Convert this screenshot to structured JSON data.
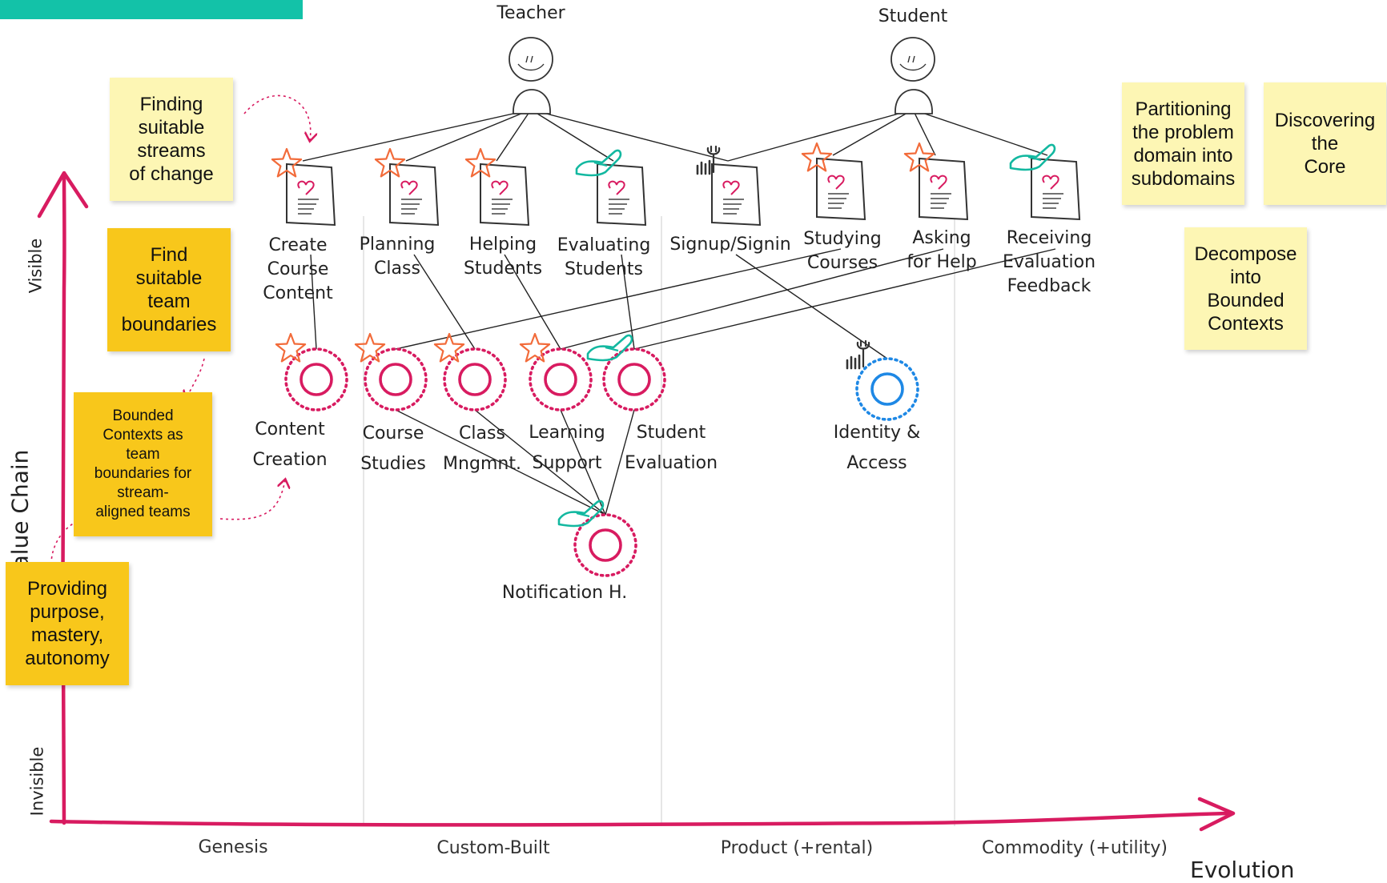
{
  "actors": [
    {
      "id": "teacher",
      "name": "Teacher"
    },
    {
      "id": "student",
      "name": "Student"
    }
  ],
  "needs": [
    {
      "id": "n1",
      "label": "Create\nCourse\nContent",
      "icon": "star-icon"
    },
    {
      "id": "n2",
      "label": "Planning\nClass",
      "icon": "star-icon"
    },
    {
      "id": "n3",
      "label": "Helping\nStudents",
      "icon": "star-icon"
    },
    {
      "id": "n4",
      "label": "Evaluating\nStudents",
      "icon": "hand-icon"
    },
    {
      "id": "n5",
      "label": "Signup/Signin",
      "icon": "wrench-icon"
    },
    {
      "id": "n6",
      "label": "Studying\nCourses",
      "icon": "star-icon"
    },
    {
      "id": "n7",
      "label": "Asking\nfor Help",
      "icon": "star-icon"
    },
    {
      "id": "n8",
      "label": "Receiving\nEvaluation\nFeedback",
      "icon": "hand-icon"
    }
  ],
  "contexts": [
    {
      "id": "c1",
      "label": "Content\nCreation",
      "icon": "star-icon",
      "kind": "core"
    },
    {
      "id": "c2",
      "label": "Course\nStudies",
      "icon": "star-icon",
      "kind": "core"
    },
    {
      "id": "c3",
      "label": "Class\nMngmnt.",
      "icon": "star-icon",
      "kind": "core"
    },
    {
      "id": "c4",
      "label": "Learning\nSupport",
      "icon": "star-icon",
      "kind": "core"
    },
    {
      "id": "c5",
      "label": "Student\nEvaluation",
      "icon": "hand-icon",
      "kind": "supporting"
    },
    {
      "id": "c6",
      "label": "Identity &\nAccess",
      "icon": "wrench-icon",
      "kind": "generic"
    },
    {
      "id": "c7",
      "label": "Notification H.",
      "icon": "hand-icon",
      "kind": "supporting"
    }
  ],
  "links": [
    [
      "teacher",
      "n1"
    ],
    [
      "teacher",
      "n2"
    ],
    [
      "teacher",
      "n3"
    ],
    [
      "teacher",
      "n4"
    ],
    [
      "teacher",
      "n5"
    ],
    [
      "student",
      "n5"
    ],
    [
      "student",
      "n6"
    ],
    [
      "student",
      "n7"
    ],
    [
      "student",
      "n8"
    ],
    [
      "n1",
      "c1"
    ],
    [
      "n2",
      "c3"
    ],
    [
      "n3",
      "c4"
    ],
    [
      "n4",
      "c5"
    ],
    [
      "n5",
      "c6"
    ],
    [
      "n6",
      "c2"
    ],
    [
      "n7",
      "c4"
    ],
    [
      "n8",
      "c5"
    ],
    [
      "c2",
      "c7"
    ],
    [
      "c3",
      "c7"
    ],
    [
      "c4",
      "c7"
    ],
    [
      "c5",
      "c7"
    ]
  ],
  "axes": {
    "y_title": "Value Chain",
    "y_top": "Visible",
    "y_bottom": "Invisible",
    "x_title": "Evolution",
    "stages": [
      "Genesis",
      "Custom-Built",
      "Product (+rental)",
      "Commodity (+utility)"
    ]
  },
  "notes": [
    {
      "id": "finding-streams",
      "text": "Finding\nsuitable\nstreams\nof change",
      "style": "pale"
    },
    {
      "id": "find-boundaries",
      "text": "Find\nsuitable\nteam\nboundaries",
      "style": "gold"
    },
    {
      "id": "bounded-contexts",
      "text": "Bounded\nContexts as\nteam\nboundaries for\nstream-\naligned teams",
      "style": "gold-small"
    },
    {
      "id": "providing-purpose",
      "text": "Providing\npurpose,\nmastery,\nautonomy",
      "style": "gold"
    },
    {
      "id": "partitioning",
      "text": "Partitioning\nthe problem\ndomain into\nsubdomains",
      "style": "pale"
    },
    {
      "id": "discovering-core",
      "text": "Discovering\nthe\nCore",
      "style": "pale"
    },
    {
      "id": "decompose",
      "text": "Decompose\ninto\nBounded\nContexts",
      "style": "pale"
    }
  ],
  "colors": {
    "axis": "#d81b60",
    "core": "#d81b60",
    "generic": "#1e88e5",
    "star": "#f26b3a",
    "hand": "#13b8a0",
    "heart": "#d81b60",
    "pale_note": "#fdf6b4",
    "gold_note": "#f8c71b",
    "tab": "#13c2a8"
  }
}
